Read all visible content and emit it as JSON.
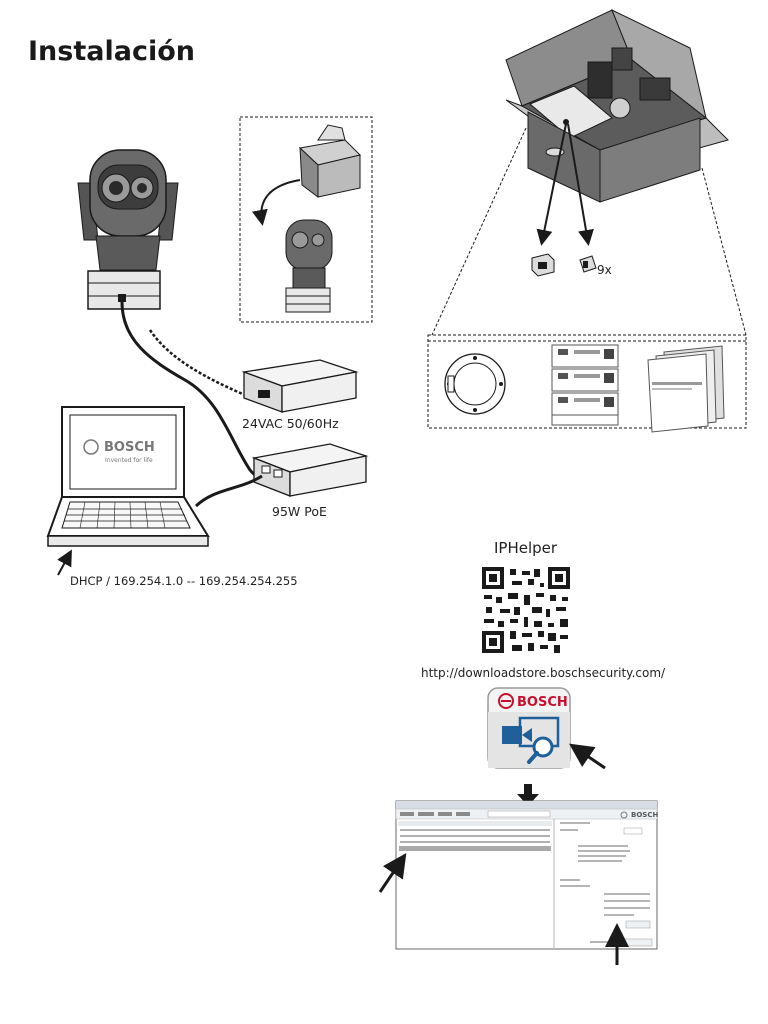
{
  "page": {
    "title": "Instalación"
  },
  "labels": {
    "power_24vac": "24VAC 50/60Hz",
    "poe": "95W PoE",
    "dhcp": "DHCP / 169.254.1.0 -- 169.254.254.255",
    "iphelper": "IPHelper",
    "url": "http://downloadstore.boschsecurity.com/",
    "screw_count": "9x"
  },
  "laptop": {
    "brand": "BOSCH",
    "tagline": "Invented for life"
  },
  "app_icon": {
    "brand": "BOSCH"
  },
  "software_window": {
    "brand": "BOSCH"
  },
  "colors": {
    "line": "#1a1a1a",
    "box_gray": "#6f6f6f",
    "bosch_red": "#c8102e",
    "app_blue": "#1f5f9a"
  }
}
